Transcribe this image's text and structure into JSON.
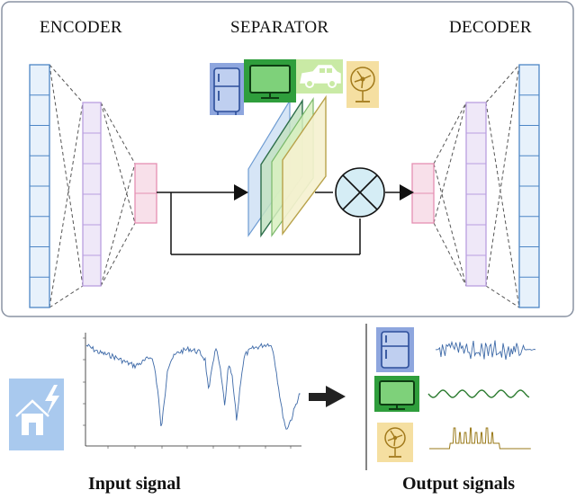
{
  "headers": {
    "encoder": "ENCODER",
    "separator": "SEPARATOR",
    "decoder": "DECODER"
  },
  "captions": {
    "input": "Input signal",
    "output": "Output signals"
  },
  "colors": {
    "frame_stroke": "#8a93a3",
    "layer_blue_fill": "#e7f1fb",
    "layer_blue_stroke": "#4d86c6",
    "layer_purple_fill": "#efe8f8",
    "layer_purple_stroke": "#b99ee0",
    "layer_pink_fill": "#f8e0ea",
    "layer_pink_stroke": "#e58fb2",
    "mask_blue": "#cfe0f4",
    "mask_green": "#c3e2c2",
    "mask_lightgreen": "#d8f0c0",
    "mask_yellow": "#f5f1cf",
    "mult_fill": "#d5edf5",
    "signal": "#3e6aa8",
    "fridge_bg": "#8ea6de",
    "tv_bg": "#2f9e3c",
    "car_bg": "#c9eaa5",
    "fan_bg": "#f5dfa1",
    "house_bg": "#a9c9ee"
  },
  "icons": {
    "fridge": "fridge-icon",
    "tv": "tv-icon",
    "car": "car-icon",
    "fan": "fan-icon",
    "house": "house-with-lightning-icon",
    "arrow": "right-arrow-icon",
    "multiply": "multiply-icon"
  }
}
